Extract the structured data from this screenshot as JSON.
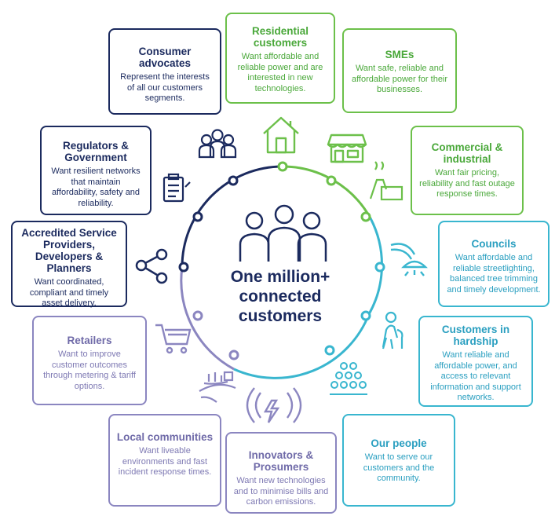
{
  "center": {
    "title": "One million+ connected customers"
  },
  "stakeholders": [
    {
      "id": "residential",
      "title": "Residential customers",
      "desc": "Want affordable and reliable power and are interested in new technologies."
    },
    {
      "id": "smes",
      "title": "SMEs",
      "desc": "Want safe, reliable and affordable power for their businesses."
    },
    {
      "id": "commercial",
      "title": "Commercial & industrial",
      "desc": "Want fair pricing, reliability and fast outage response times."
    },
    {
      "id": "councils",
      "title": "Councils",
      "desc": "Want affordable and reliable streetlighting, balanced tree trimming and timely development."
    },
    {
      "id": "hardship",
      "title": "Customers in hardship",
      "desc": "Want reliable and affordable power, and access to relevant information and support networks."
    },
    {
      "id": "people",
      "title": "Our people",
      "desc": "Want to serve our customers and the community."
    },
    {
      "id": "innovators",
      "title": "Innovators & Prosumers",
      "desc": "Want new technologies and to minimise bills and carbon emissions."
    },
    {
      "id": "local",
      "title": "Local communities",
      "desc": "Want liveable environments and fast incident response times."
    },
    {
      "id": "retailers",
      "title": "Retailers",
      "desc": "Want to improve customer outcomes through metering & tariff options."
    },
    {
      "id": "accredited",
      "title": "Accredited Service Providers, Developers & Planners",
      "desc": "Want coordinated, compliant and timely asset delivery."
    },
    {
      "id": "regulators",
      "title": "Regulators & Government",
      "desc": "Want resilient networks that maintain affordability, safety and reliability."
    },
    {
      "id": "consumer",
      "title": "Consumer advocates",
      "desc": "Represent the interests of all our customers segments."
    }
  ],
  "colors": {
    "navy": "#1b2a5e",
    "green": "#6cc04a",
    "teal": "#39b6cf",
    "purple": "#8b86c0"
  },
  "icons": [
    "people-group-icon",
    "house-icon",
    "shop-icon",
    "factory-icon",
    "streetlight-icon",
    "elderly-person-icon",
    "crowd-icon",
    "lightning-icon",
    "farm-icon",
    "shopping-cart-icon",
    "share-icon",
    "clipboard-icon"
  ]
}
